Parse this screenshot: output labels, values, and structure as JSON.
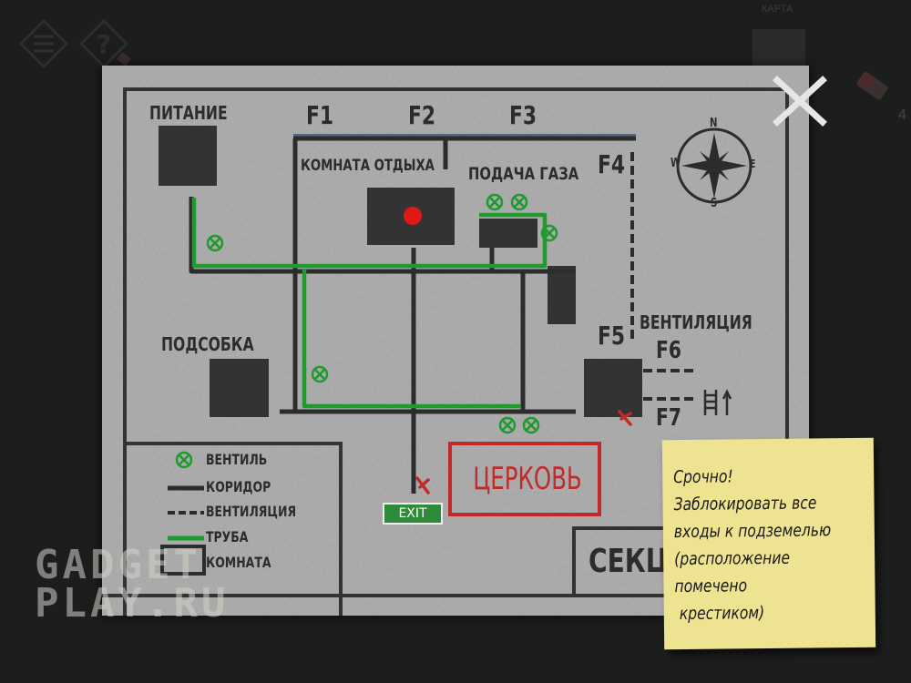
{
  "hud": {
    "menu_icon": "hamburger-diamond-icon",
    "help_icon": "question-diamond-icon",
    "map_label": "КАРТА",
    "item_count": "4"
  },
  "map": {
    "zones": {
      "power": "ПИТАНИЕ",
      "lounge": "КОМНАТА ОТДЫХА",
      "gas": "ПОДАЧА ГАЗА",
      "storage": "ПОДСОБКА",
      "ventilation": "ВЕНТИЛЯЦИЯ",
      "church": "ЦЕРКОВЬ",
      "section": "СЕКЦ"
    },
    "markers": [
      "F1",
      "F2",
      "F3",
      "F4",
      "F5",
      "F6",
      "F7"
    ],
    "exit_label": "EXIT",
    "compass": {
      "n": "N",
      "e": "E",
      "s": "S",
      "w": "W"
    },
    "legend": [
      {
        "label": "ВЕНТИЛЬ",
        "symbol": "valve"
      },
      {
        "label": "КОРИДОР",
        "symbol": "corridor"
      },
      {
        "label": "ВЕНТИЛЯЦИЯ",
        "symbol": "vent"
      },
      {
        "label": "ТРУБА",
        "symbol": "pipe"
      },
      {
        "label": "КОМНАТА",
        "symbol": "room"
      }
    ],
    "colors": {
      "paper": "#a3a3a3",
      "ink": "#2c2c2c",
      "pipe": "#1e9a2e",
      "wall_top": "#4f6a86",
      "danger": "#c02a2a",
      "player": "#e01818"
    }
  },
  "note": {
    "text": "Срочно!\nЗаблокировать все\nвходы к подземелью\n(расположение\nпомечено\n крестиком)"
  },
  "watermark": "GADGET\nPLAY.RU"
}
